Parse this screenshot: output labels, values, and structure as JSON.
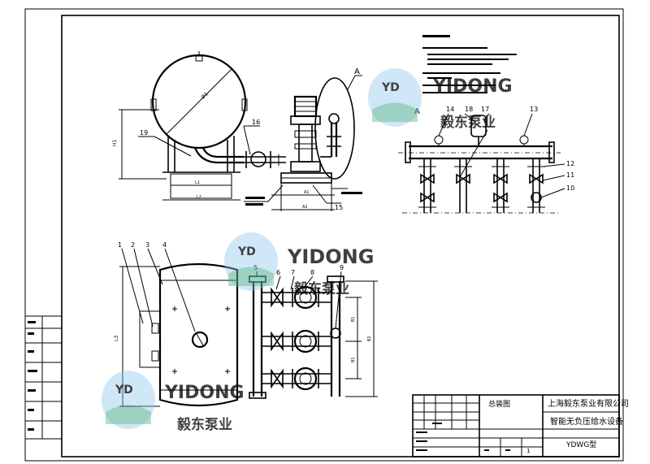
{
  "title_block": {
    "drawing_name": "总装图",
    "company": "上海毅东泵业有限公司",
    "product": "智能无负压给水设备",
    "model": "YDWG型"
  },
  "callouts": {
    "top_left": [
      "19",
      "16",
      "15"
    ],
    "top_right": [
      "14",
      "18",
      "17",
      "13",
      "12",
      "11",
      "10"
    ],
    "bottom": [
      "1",
      "2",
      "3",
      "4",
      "5",
      "6",
      "7",
      "8",
      "9"
    ],
    "detail": "A"
  },
  "watermark": {
    "brand_latin": "YIDONG",
    "brand_cn": "毅东泵业",
    "logo_letters": "YD"
  },
  "colors": {
    "watermark_blue": "#1f78c8",
    "watermark_light": "#8cc4ee",
    "watermark_wave": "#2aa05a"
  }
}
